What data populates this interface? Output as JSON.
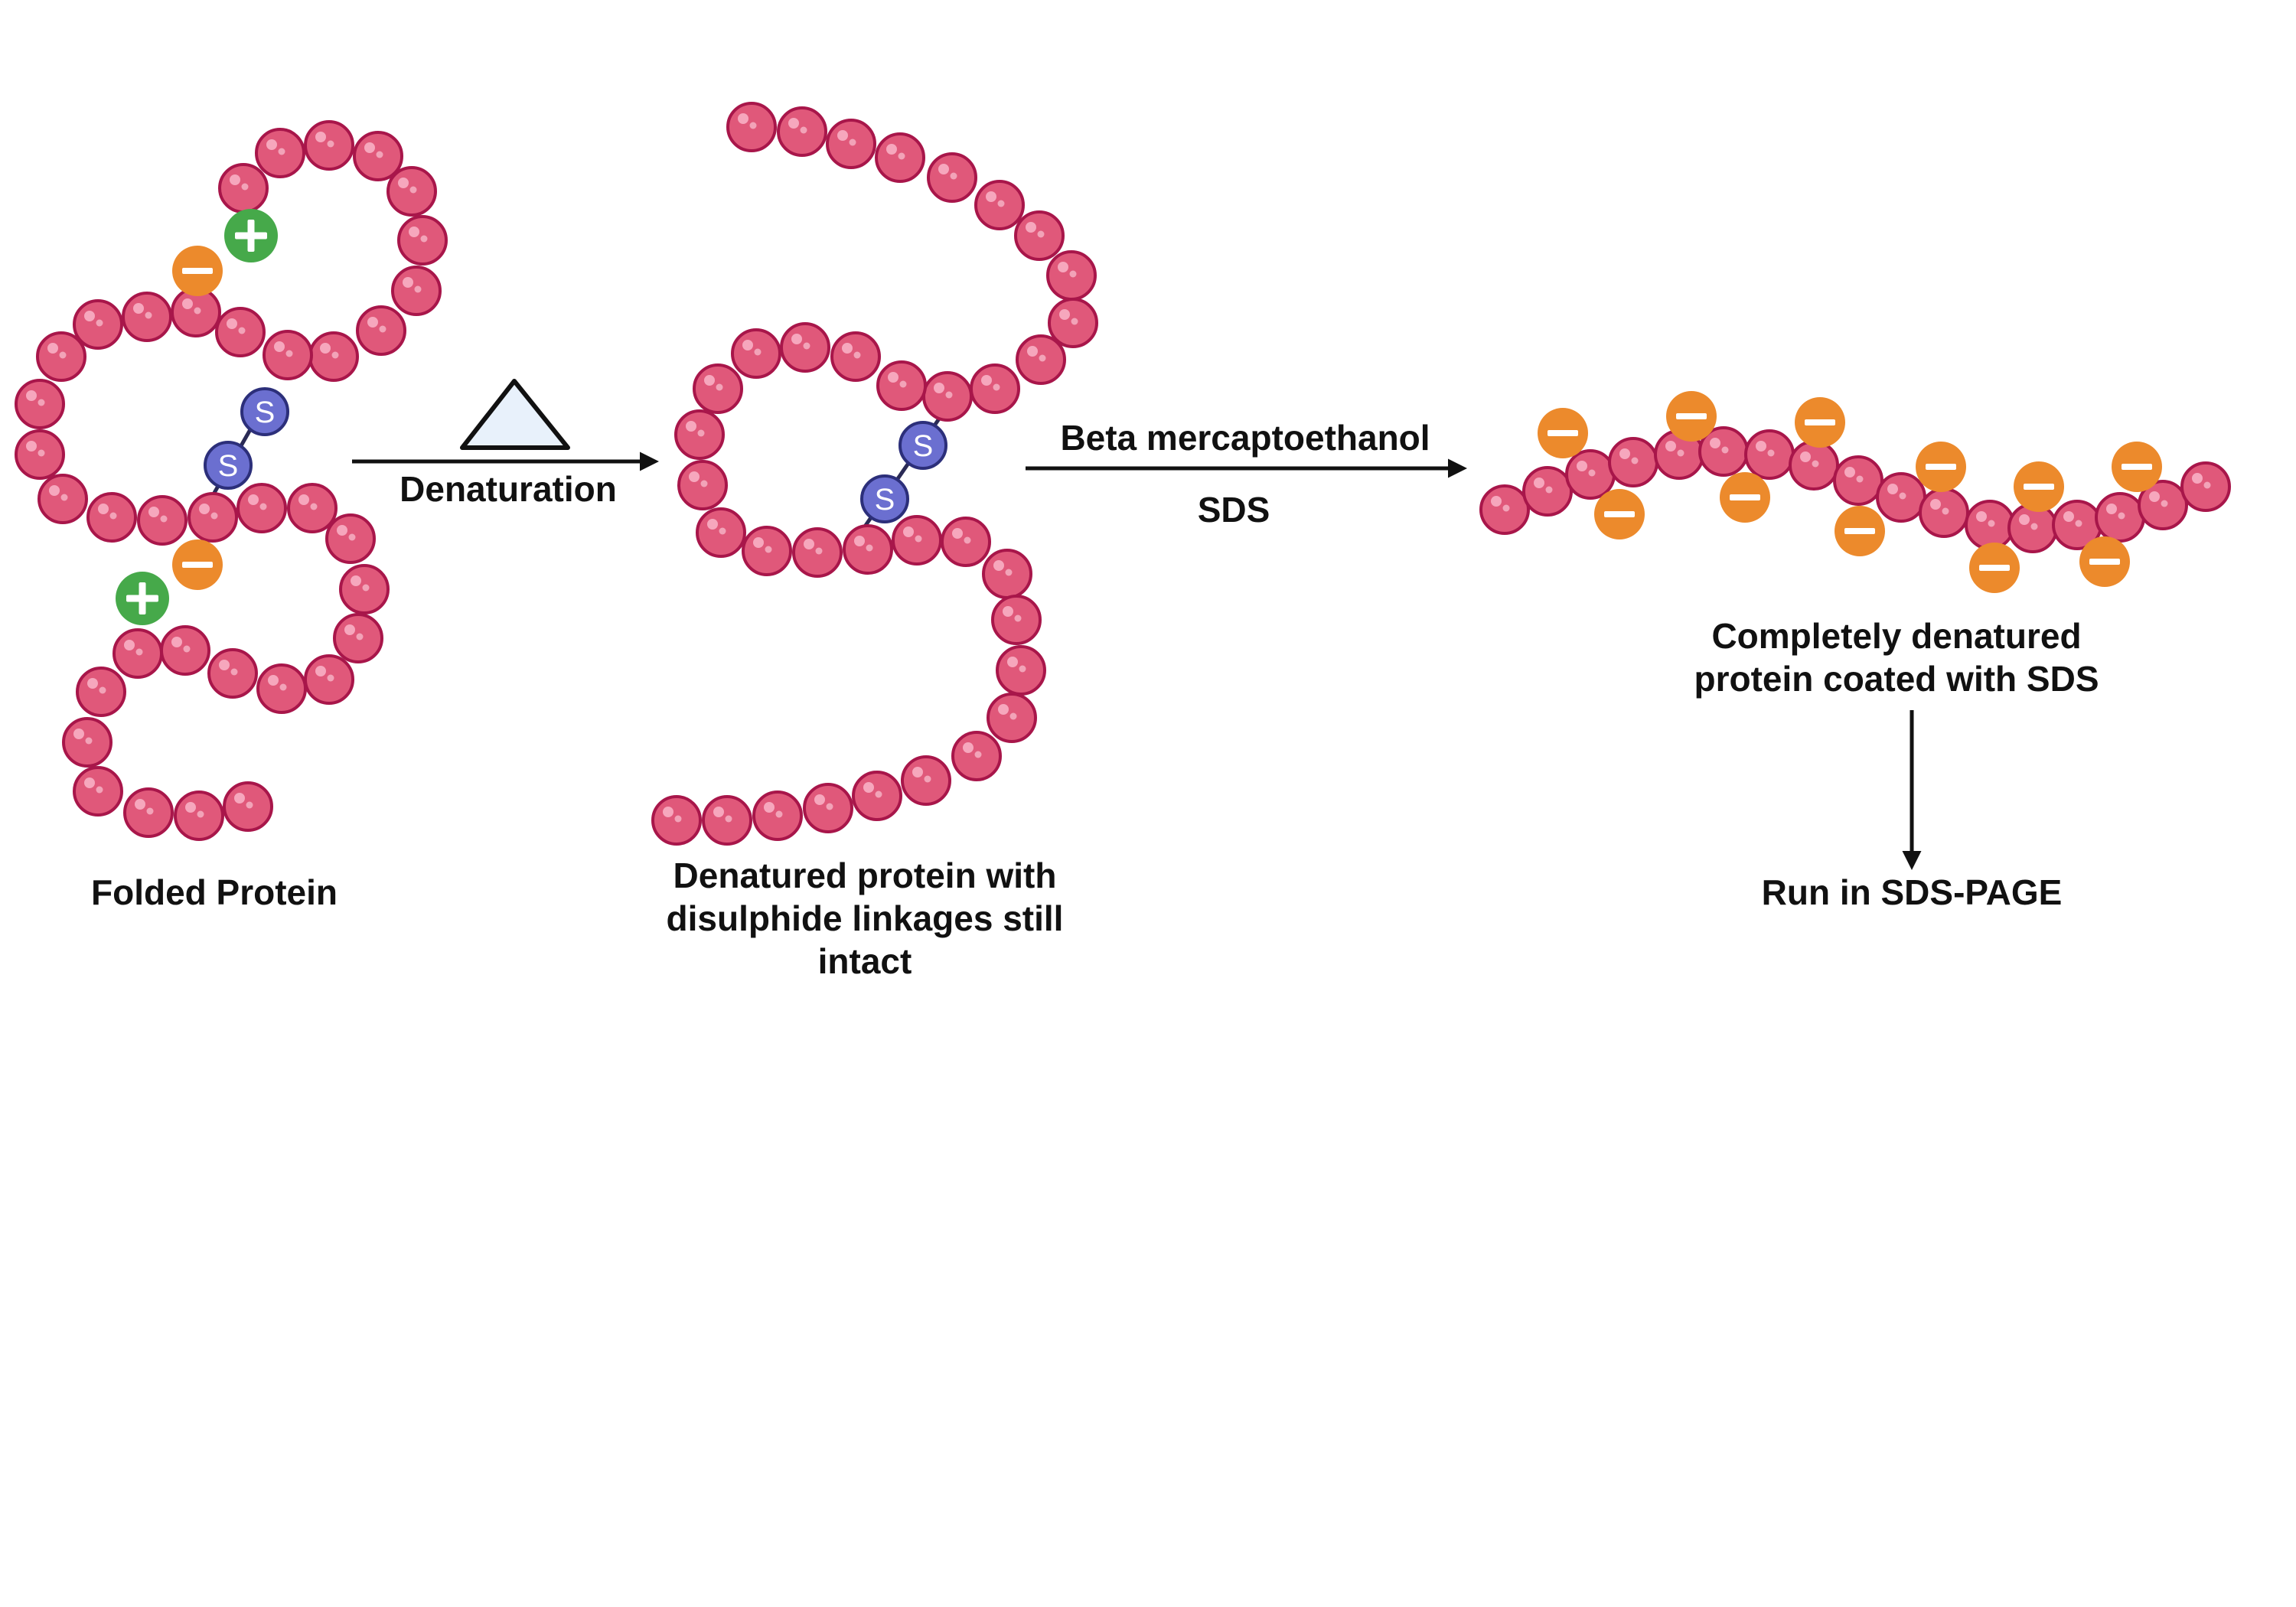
{
  "labels": {
    "folded": "Folded Protein",
    "denaturation": "Denaturation",
    "denatured_lines": [
      "Denatured protein with",
      "disulphide linkages still",
      "intact"
    ],
    "reagent_1": "Beta mercaptoethanol",
    "reagent_2": "SDS",
    "coated_lines": [
      "Completely denatured",
      "protein coated with SDS"
    ],
    "run": "Run in SDS-PAGE"
  },
  "glyphs": {
    "sulfur": "S"
  },
  "colors": {
    "bead_fill": "#e0587a",
    "bead_stroke": "#a8164a",
    "sulfur_fill": "#6b6fd0",
    "negative_charge": "#ec8a2c",
    "positive_charge": "#46a94a",
    "arrow": "#111111",
    "triangle_fill": "#e8f1fb"
  },
  "icons": {
    "heat": "triangle-heat-icon",
    "negative": "minus-charge-icon",
    "positive": "plus-charge-icon"
  }
}
